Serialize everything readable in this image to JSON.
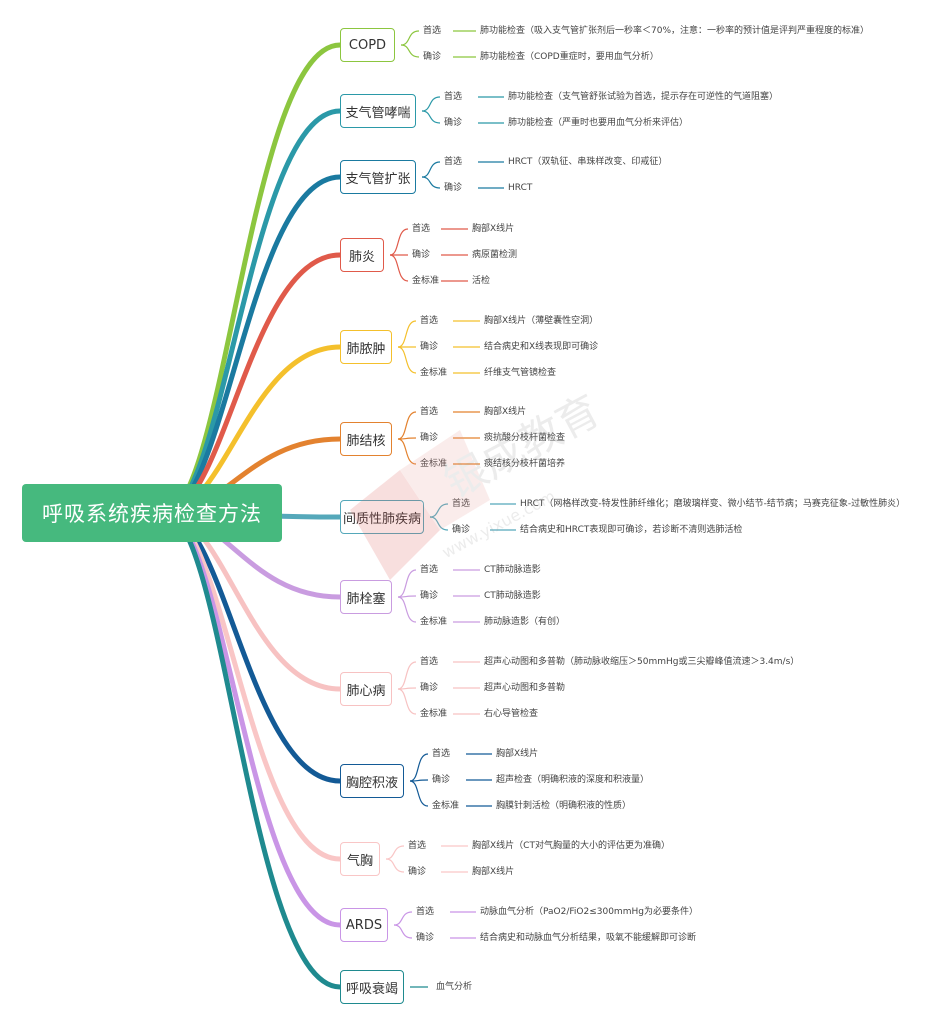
{
  "root": "呼吸系统疾病检查方法",
  "colors": {
    "root_fill": "#46b97e",
    "c1": "#8cc63f",
    "c2": "#2b99a8",
    "c3": "#1a7aa0",
    "c4": "#e05a4a",
    "c5": "#f4c02c",
    "c6": "#e3822f",
    "c7": "#55a8ba",
    "c8": "#c99ce0",
    "c9": "#f7c2c2",
    "c10": "#135a96",
    "c11": "#f9c6c6",
    "c12": "#c995e6",
    "c13": "#1f8a8f"
  },
  "topics": [
    {
      "name": "COPD",
      "color": "#8cc63f",
      "items": [
        {
          "label": "首选",
          "value": "肺功能检查（吸入支气管扩张剂后一秒率＜70%，注意：一秒率的预计值是评判严重程度的标准）"
        },
        {
          "label": "确诊",
          "value": "肺功能检查（COPD重症时，要用血气分析）"
        }
      ]
    },
    {
      "name": "支气管哮喘",
      "color": "#2b99a8",
      "items": [
        {
          "label": "首选",
          "value": "肺功能检查（支气管舒张试验为首选，提示存在可逆性的气道阻塞）"
        },
        {
          "label": "确诊",
          "value": "肺功能检查（严重时也要用血气分析来评估）"
        }
      ]
    },
    {
      "name": "支气管扩张",
      "color": "#1a7aa0",
      "items": [
        {
          "label": "首选",
          "value": "HRCT（双轨征、串珠样改变、印戒征）"
        },
        {
          "label": "确诊",
          "value": "HRCT"
        }
      ]
    },
    {
      "name": "肺炎",
      "color": "#e05a4a",
      "items": [
        {
          "label": "首选",
          "value": "胸部X线片"
        },
        {
          "label": "确诊",
          "value": "病原菌检测"
        },
        {
          "label": "金标准",
          "value": "活检"
        }
      ]
    },
    {
      "name": "肺脓肿",
      "color": "#f4c02c",
      "items": [
        {
          "label": "首选",
          "value": "胸部X线片（薄壁囊性空洞）"
        },
        {
          "label": "确诊",
          "value": "结合病史和X线表现即可确诊"
        },
        {
          "label": "金标准",
          "value": "纤维支气管镜检查"
        }
      ]
    },
    {
      "name": "肺结核",
      "color": "#e3822f",
      "items": [
        {
          "label": "首选",
          "value": "胸部X线片"
        },
        {
          "label": "确诊",
          "value": "痰抗酸分枝杆菌检查"
        },
        {
          "label": "金标准",
          "value": "痰结核分枝杆菌培养"
        }
      ]
    },
    {
      "name": "间质性肺疾病",
      "color": "#55a8ba",
      "items": [
        {
          "label": "首选",
          "value": "HRCT（网格样改变-特发性肺纤维化；磨玻璃样变、微小结节-结节病；马赛克征象-过敏性肺炎）"
        },
        {
          "label": "确诊",
          "value": "结合病史和HRCT表现即可确诊，若诊断不清则选肺活检"
        }
      ]
    },
    {
      "name": "肺栓塞",
      "color": "#c99ce0",
      "items": [
        {
          "label": "首选",
          "value": "CT肺动脉造影"
        },
        {
          "label": "确诊",
          "value": "CT肺动脉造影"
        },
        {
          "label": "金标准",
          "value": "肺动脉造影（有创）"
        }
      ]
    },
    {
      "name": "肺心病",
      "color": "#f7c2c2",
      "items": [
        {
          "label": "首选",
          "value": "超声心动图和多普勒（肺动脉收缩压＞50mmHg或三尖瓣峰值流速＞3.4m/s）"
        },
        {
          "label": "确诊",
          "value": "超声心动图和多普勒"
        },
        {
          "label": "金标准",
          "value": "右心导管检查"
        }
      ]
    },
    {
      "name": "胸腔积液",
      "color": "#135a96",
      "items": [
        {
          "label": "首选",
          "value": "胸部X线片"
        },
        {
          "label": "确诊",
          "value": "超声检查（明确积液的深度和积液量）"
        },
        {
          "label": "金标准",
          "value": "胸膜针刺活检（明确积液的性质）"
        }
      ]
    },
    {
      "name": "气胸",
      "color": "#f9c6c6",
      "items": [
        {
          "label": "首选",
          "value": "胸部X线片（CT对气胸量的大小的评估更为准确）"
        },
        {
          "label": "确诊",
          "value": "胸部X线片"
        }
      ]
    },
    {
      "name": "ARDS",
      "color": "#c995e6",
      "items": [
        {
          "label": "首选",
          "value": "动脉血气分析（PaO2/FiO2≤300mmHg为必要条件）"
        },
        {
          "label": "确诊",
          "value": "结合病史和动脉血气分析结果，吸氧不能缓解即可诊断"
        }
      ]
    },
    {
      "name": "呼吸衰竭",
      "color": "#1f8a8f",
      "items": [
        {
          "label": "",
          "value": "血气分析"
        }
      ]
    }
  ],
  "watermark": {
    "brand": "银成教育",
    "url": "www.yixue.com"
  }
}
